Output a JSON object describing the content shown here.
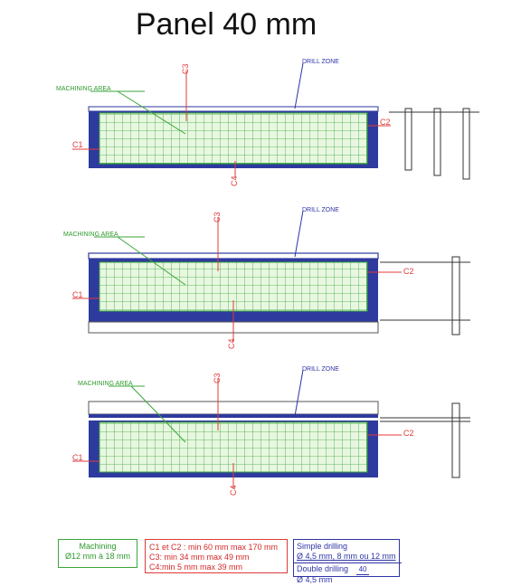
{
  "title": "Panel 40 mm",
  "labels": {
    "drill_zone": "DRILL ZONE",
    "machining_area": "MACHINING AREA",
    "c1": "C1",
    "c2": "C2",
    "c3": "C3",
    "c4": "C4"
  },
  "legend": {
    "machining": {
      "line1": "Machining",
      "line2": "Ø12 mm à 18 mm"
    },
    "constraints": [
      "C1 et C2 : min 60 mm max 170 mm",
      "C3: min 34 mm max 49 mm",
      "C4:min 5 mm max 39 mm"
    ],
    "drilling": {
      "simple_label": "Simple drilling",
      "simple_value": "Ø 4,5 mm, 8 mm ou 12 mm",
      "double_label": "Double drilling",
      "double_dim": "40",
      "double_value": "Ø 4,5 mm"
    }
  },
  "colors": {
    "blue": "#2e3a9e",
    "grid_green": "#3aa63a",
    "grid_fill": "#d9f2d0",
    "red": "#e03a3a",
    "navy": "#2e34a6"
  }
}
